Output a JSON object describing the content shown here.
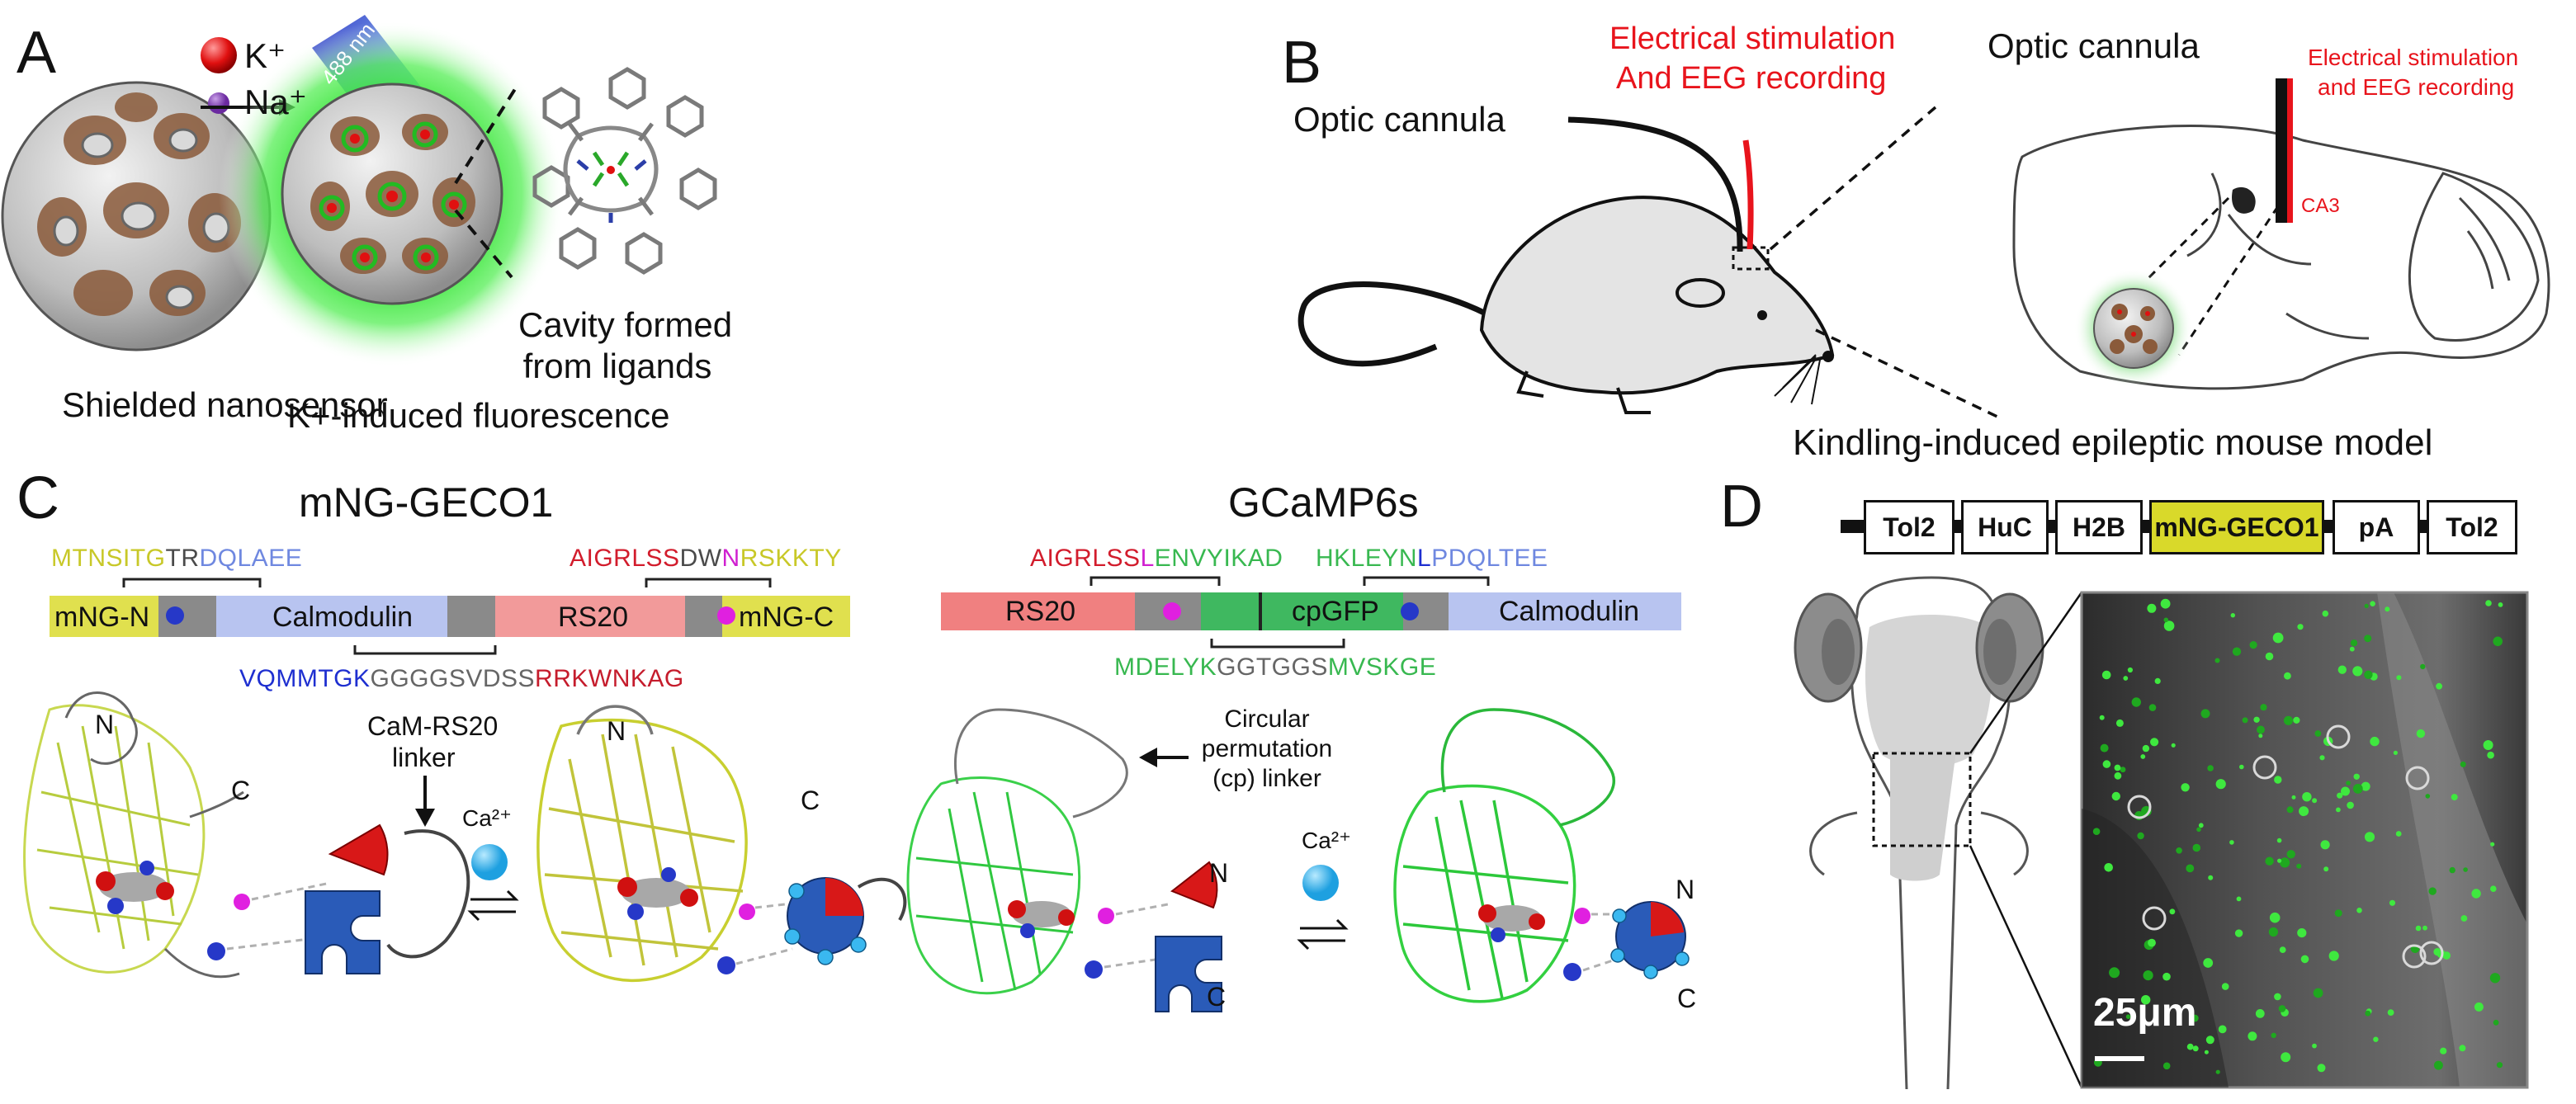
{
  "panel_a": {
    "label": "A",
    "ion_k": "K⁺",
    "ion_na": "Na⁺",
    "laser": "488 nm",
    "caption_shielded": "Shielded nanosensor",
    "caption_fluor": "K+-induced fluorescence",
    "caption_cavity_1": "Cavity formed",
    "caption_cavity_2": "from ligands"
  },
  "panel_b": {
    "label": "B",
    "stim_1": "Electrical stimulation",
    "stim_2": "And EEG recording",
    "optic_left": "Optic cannula",
    "optic_right": "Optic cannula",
    "stim_small_1": "Electrical stimulation",
    "stim_small_2": "and EEG recording",
    "ca3": "CA3",
    "model": "Kindling-induced epileptic mouse model"
  },
  "panel_c": {
    "label": "C",
    "left_title": "mNG-GECO1",
    "right_title": "GCaMP6s",
    "left_segments": [
      "mNG-N",
      "Calmodulin",
      "RS20",
      "mNG-C"
    ],
    "right_segments": [
      "RS20",
      "cpGFP",
      "Calmodulin"
    ],
    "left_seq_top_1": [
      "MTNSITG",
      "TR",
      "DQLAEE"
    ],
    "left_seq_top_2": [
      "AIGRLSS",
      "DW",
      "N",
      "RSKKTY"
    ],
    "left_seq_bottom": [
      "VQMMTGK",
      "GGGGSVDSS",
      "RRKWNKAG"
    ],
    "right_seq_top_1": [
      "AIGRLSS",
      "L",
      "ENVYIKAD"
    ],
    "right_seq_top_2": [
      "HKLEYN",
      "L",
      "PDQLTEE"
    ],
    "right_seq_bottom": [
      "MDELYK",
      "GGTGGS",
      "MVSKGE"
    ],
    "n_label": "N",
    "c_label": "C",
    "linker_1": "CaM-RS20",
    "linker_2": "linker",
    "cp_1": "Circular",
    "cp_2": "permutation",
    "cp_3": "(cp) linker",
    "ca_ion": "Ca²⁺"
  },
  "panel_d": {
    "label": "D",
    "construct": [
      "Tol2",
      "HuC",
      "H2B",
      "mNG-GECO1",
      "pA",
      "Tol2"
    ],
    "scale_bar": "25μm"
  },
  "colors": {
    "fluor_green": "#2fe02f",
    "stim_red": "#e8141c",
    "laser_blue": "#3f4fd0",
    "highlight_yellow": "#d9d92a"
  }
}
